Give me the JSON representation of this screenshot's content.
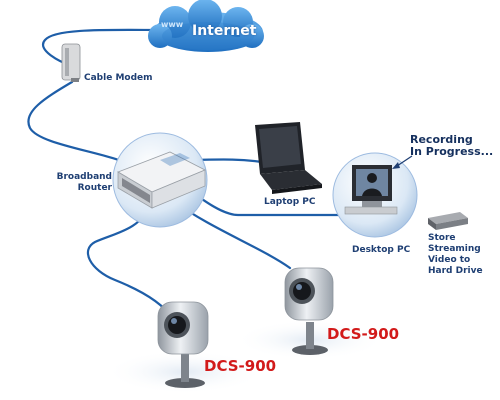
{
  "nodes": {
    "internet": "Internet",
    "www": "www",
    "cable_modem": "Cable Modem",
    "router": "Broadband\nRouter",
    "laptop": "Laptop PC",
    "desktop": "Desktop PC",
    "recording": "Recording\nIn Progress...",
    "storage": "Store\nStreaming\nVideo to\nHard Drive",
    "camera_1": "DCS-900",
    "camera_2": "DCS-900"
  },
  "colors": {
    "cable": "#1e5ea8",
    "cloud": "#3a8fd6",
    "label": "#1f3f73",
    "camera_label": "#d21a1a",
    "bubble": "#cfdff0"
  },
  "icons": [
    "cloud-icon",
    "cable-modem-icon",
    "router-icon",
    "laptop-icon",
    "desktop-pc-icon",
    "hard-drive-icon",
    "camera-icon"
  ]
}
